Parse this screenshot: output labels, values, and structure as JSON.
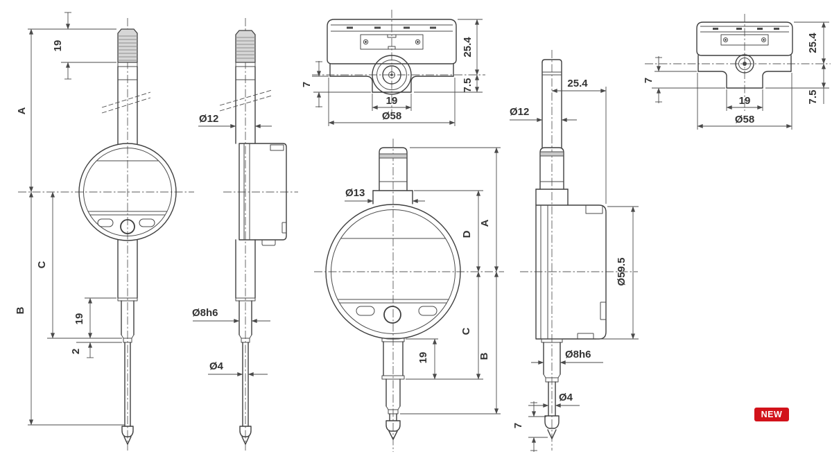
{
  "badge": {
    "label": "NEW"
  },
  "colors": {
    "line": "#3f3f3f",
    "accent": "#d2121a"
  },
  "views": {
    "v1": {
      "dims": {
        "thread_len": "19",
        "height_a": "A",
        "height_b": "B",
        "height_c": "C",
        "clamp_len": "19",
        "step_len": "2"
      }
    },
    "v2": {
      "dims": {
        "stem_dia": "Ø12",
        "clamp_dia": "Ø8h6",
        "contact_dia": "Ø4"
      }
    },
    "v3": {
      "dims": {
        "lug_drop": "7",
        "depth": "25.4",
        "lug_height": "7.5",
        "lug_width": "19",
        "body_dia": "Ø58"
      }
    },
    "v4": {
      "dims": {
        "cap_dia": "Ø13",
        "height_a": "A",
        "height_d": "D",
        "height_c": "C",
        "height_b": "B",
        "clamp_len": "19"
      }
    },
    "v5": {
      "dims": {
        "depth": "25.4",
        "stem_dia": "Ø12",
        "body_dia": "Ø59.5",
        "clamp_dia": "Ø8h6",
        "contact_dia": "Ø4",
        "contact_len": "7"
      }
    },
    "v6": {
      "dims": {
        "lug_drop": "7",
        "depth": "25.4",
        "lug_height": "7.5",
        "lug_width": "19",
        "body_dia": "Ø58"
      }
    }
  }
}
